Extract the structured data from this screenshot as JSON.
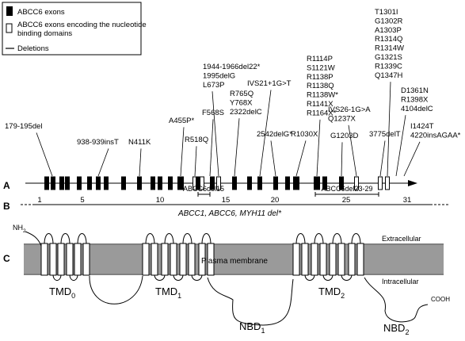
{
  "legend": {
    "items": [
      {
        "swatch": "filled",
        "label": "ABCC6 exons"
      },
      {
        "swatch": "open",
        "label": "ABCC6 exons encoding the nucleotide binding domains"
      },
      {
        "swatch": "line",
        "label": "Deletions"
      }
    ]
  },
  "panels": [
    "A",
    "B",
    "C"
  ],
  "exon_numbers": [
    "1",
    "5",
    "10",
    "15",
    "20",
    "25",
    "31"
  ],
  "mutation_groups": [
    [
      "179-195del"
    ],
    [
      "938-939insT"
    ],
    [
      "N411K"
    ],
    [
      "A455P*"
    ],
    [
      "R518Q"
    ],
    [
      "F568S"
    ],
    [
      "1944-1966del22*",
      "1995delG",
      "L673P"
    ],
    [
      "R765Q",
      "Y768X",
      "2322delC"
    ],
    [
      "IVS21+1G>T"
    ],
    [
      "2542delG*"
    ],
    [
      "R1030X"
    ],
    [
      "R1114P",
      "S1121W",
      "R1138P",
      "R1138Q",
      "R1138W*",
      "R1141X",
      "R1164X*"
    ],
    [
      "G1203D"
    ],
    [
      "IVS26-1G>A",
      "Q1237X"
    ],
    [
      "3775delT"
    ],
    [
      "T1301I",
      "G1302R",
      "A1303P",
      "R1314Q",
      "R1314W",
      "G1321S",
      "R1339C",
      "Q1347H"
    ],
    [
      "D1361N",
      "R1398X",
      "4104delC"
    ],
    [
      "I1424T",
      "4220insAGAA*"
    ]
  ],
  "deletions": [
    {
      "label": "ABCC6del15"
    },
    {
      "label": "ABCC6del23-29"
    }
  ],
  "panel_b_label": "ABCC1, ABCC6, MYH11 del*",
  "membrane": {
    "nh2": "NH",
    "nh2_sub": "2",
    "cooh": "COOH",
    "extracellular": "Extracellular",
    "intracellular": "Intracellular",
    "plasma_membrane": "Plasma membrane",
    "domains": [
      {
        "base": "TMD",
        "sub": "0"
      },
      {
        "base": "TMD",
        "sub": "1"
      },
      {
        "base": "TMD",
        "sub": "2"
      },
      {
        "base": "NBD",
        "sub": "1"
      },
      {
        "base": "NBD",
        "sub": "2"
      }
    ]
  }
}
